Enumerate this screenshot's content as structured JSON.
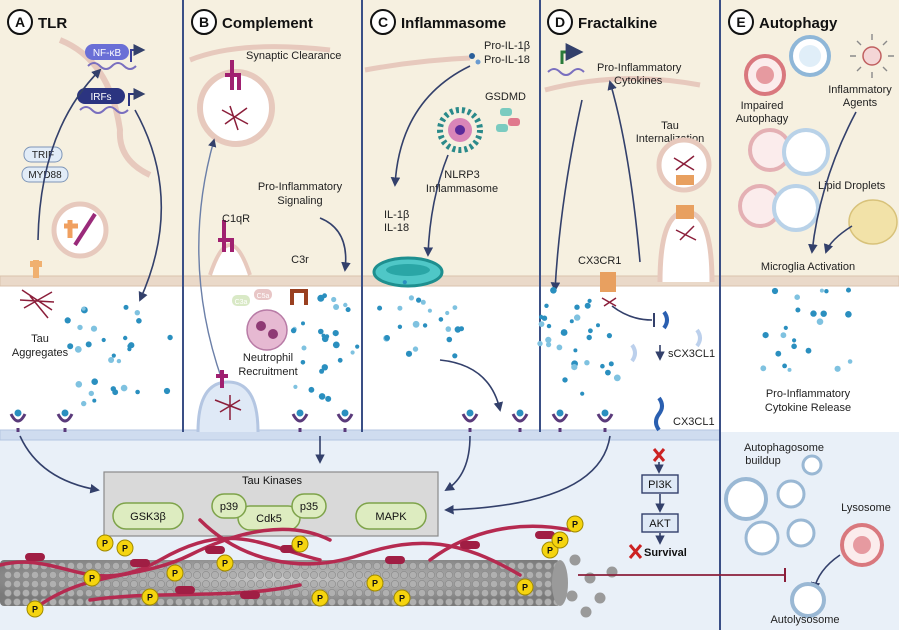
{
  "panels": [
    {
      "letter": "A",
      "title": "TLR"
    },
    {
      "letter": "B",
      "title": "Complement"
    },
    {
      "letter": "C",
      "title": "Inflammasome"
    },
    {
      "letter": "D",
      "title": "Fractalkine"
    },
    {
      "letter": "E",
      "title": "Autophagy"
    }
  ],
  "tlr": {
    "nfkb": "NF-κB",
    "irfs": "IRFs",
    "trif": "TRIF",
    "myd88": "MYD88",
    "tau_aggregates_1": "Tau",
    "tau_aggregates_2": "Aggregates"
  },
  "complement": {
    "synaptic_clearance": "Synaptic Clearance",
    "c1qr": "C1qR",
    "pro_inflammatory_1": "Pro-Inflammatory",
    "pro_inflammatory_2": "Signaling",
    "c3r": "C3r",
    "c3a": "C3a",
    "c5a": "C5a",
    "neutrophil_1": "Neutrophil",
    "neutrophil_2": "Recruitment"
  },
  "inflammasome": {
    "pro_il1b": "Pro-IL-1β",
    "pro_il18": "Pro-IL-18",
    "gsdmd": "GSDMD",
    "nlrp3_1": "NLRP3",
    "nlrp3_2": "Inflammasome",
    "il1b": "IL-1β",
    "il18": "IL-18"
  },
  "fractalkine": {
    "pro_cyto_1": "Pro-Inflammatory",
    "pro_cyto_2": "Cytokines",
    "tau_int_1": "Tau",
    "tau_int_2": "Internalization",
    "cx3cr1": "CX3CR1",
    "scx3cl1": "sCX3CL1",
    "cx3cl1": "CX3CL1",
    "pi3k": "PI3K",
    "akt": "AKT",
    "survival": "Survival"
  },
  "autophagy": {
    "impaired_1": "Impaired",
    "impaired_2": "Autophagy",
    "inflam_agents_1": "Inflammatory",
    "inflam_agents_2": "Agents",
    "lipid": "Lipid Droplets",
    "microglia": "Microglia Activation",
    "release_1": "Pro-Inflammatory",
    "release_2": "Cytokine Release",
    "autophagosome_1": "Autophagosome",
    "autophagosome_2": "buildup",
    "lysosome": "Lysosome",
    "autolysosome": "Autolysosome"
  },
  "kinases": {
    "title": "Tau Kinases",
    "gsk3b": "GSK3β",
    "p39": "p39",
    "cdk5": "Cdk5",
    "p35": "p35",
    "mapk": "MAPK"
  },
  "phospho_label": "P",
  "colors": {
    "upper_bg": "#f6f0e0",
    "lower_bg": "#e9f0f8",
    "divider": "#3a4f86",
    "kinase_box": "#d9d9d9",
    "kinase_pill": "#ddecc0",
    "kinase_pill_border": "#7ea34a",
    "phospho": "#f5d40f",
    "tau_fiber": "#b52a50",
    "dot": "#2a8fbf",
    "arrow": "#33406b"
  }
}
